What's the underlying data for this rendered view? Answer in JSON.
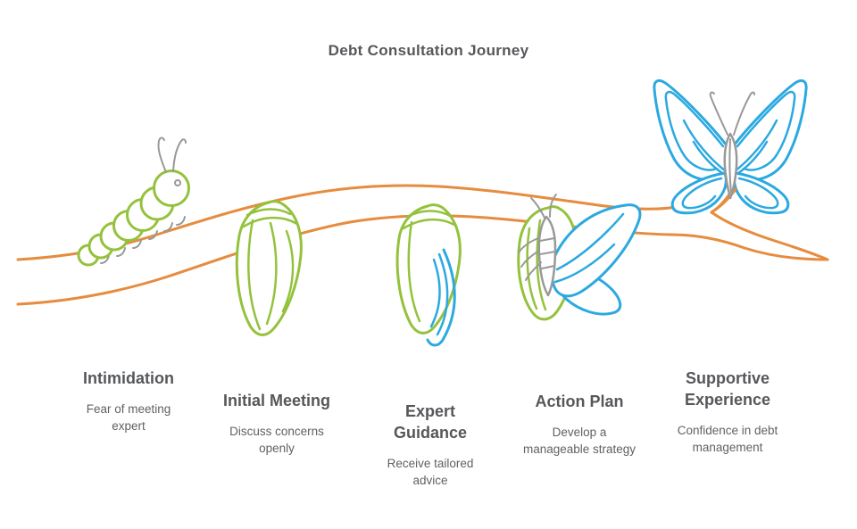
{
  "title": "Debt Consultation Journey",
  "illustration": {
    "description": "caterpillar-to-butterfly metamorphosis on a branch",
    "stages": [
      "caterpillar-icon",
      "chrysalis-icon",
      "chrysalis-emerging-wing-icon",
      "emerging-butterfly-icon",
      "butterfly-icon",
      "branch-icon"
    ]
  },
  "steps": [
    {
      "title": "Intimidation",
      "description": "Fear of meeting\nexpert"
    },
    {
      "title": "Initial Meeting",
      "description": "Discuss concerns\nopenly"
    },
    {
      "title": "Expert\nGuidance",
      "description": "Receive tailored\nadvice"
    },
    {
      "title": "Action Plan",
      "description": "Develop a\nmanageable strategy"
    },
    {
      "title": "Supportive\nExperience",
      "description": "Confidence in debt\nmanagement"
    }
  ],
  "colors": {
    "green": "#94C23D",
    "orange": "#E68C3E",
    "blue": "#2BA9E0",
    "gray": "#999999",
    "heading": "#55575A",
    "text": "#5F6164",
    "background": "#FFFFFF"
  }
}
